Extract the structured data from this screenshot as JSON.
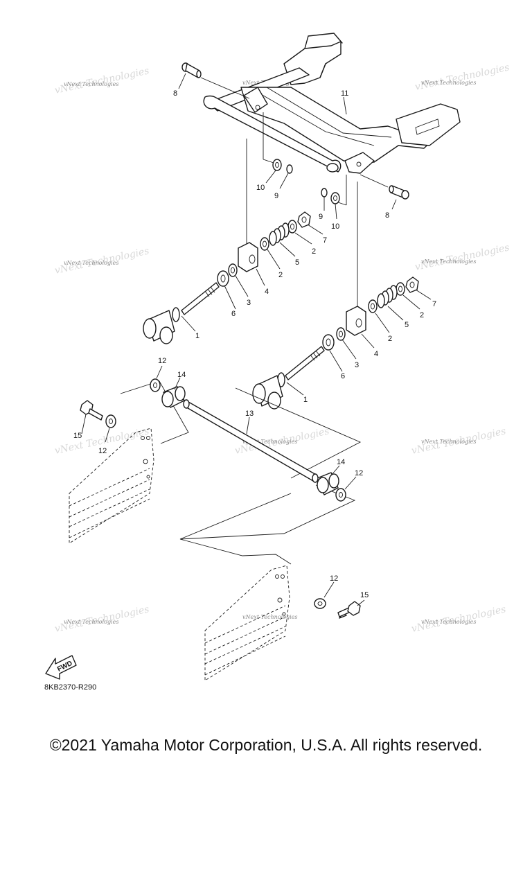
{
  "diagram": {
    "drawing_code": "8KB2370-R290",
    "fwd_label": "FWD",
    "watermark_text": "vNext Technologies",
    "callouts": {
      "c1a": "1",
      "c1b": "1",
      "c2a": "2",
      "c2b": "2",
      "c2c": "2",
      "c2d": "2",
      "c3a": "3",
      "c3b": "3",
      "c4a": "4",
      "c4b": "4",
      "c5a": "5",
      "c5b": "5",
      "c6a": "6",
      "c6b": "6",
      "c7a": "7",
      "c7b": "7",
      "c8a": "8",
      "c8b": "8",
      "c9a": "9",
      "c9b": "9",
      "c10a": "10",
      "c10b": "10",
      "c11": "11",
      "c12a": "12",
      "c12b": "12",
      "c12c": "12",
      "c12d": "12",
      "c13": "13",
      "c14a": "14",
      "c14b": "14",
      "c15a": "15",
      "c15b": "15"
    }
  },
  "footer": {
    "copyright": "©2021 Yamaha Motor Corporation, U.S.A. All rights reserved."
  }
}
